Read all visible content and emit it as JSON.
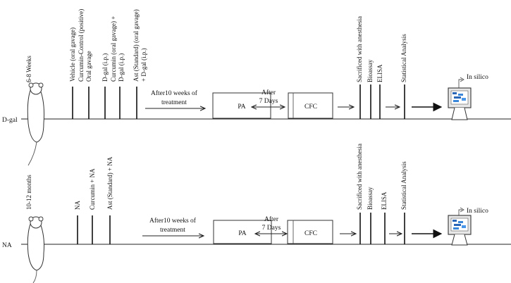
{
  "panels": [
    {
      "id": "dgal",
      "group_label": "D-gal",
      "age_label": "6-8 Weeks",
      "treatments": [
        "Vehicle (oral gavage)",
        "Curcumin-Control (positive)",
        "Oral gavage",
        "D-gal (i.p.)",
        "Curcumin (oral gavage) +",
        "D-gal (i.p.)",
        "Ast (Standard) (oral gavage)",
        "+ D-gal (i.p.)"
      ],
      "treatment_period": [
        "After10 weeks of",
        "treatment"
      ],
      "box1": "PA",
      "interval": [
        "After",
        "7 Days"
      ],
      "box2": "CFC",
      "assays": [
        "Sacrificed with anesthesia",
        "Bioassay",
        "ELISA",
        "Statistical Analysis"
      ],
      "insilico": "In silico"
    },
    {
      "id": "na",
      "group_label": "NA",
      "age_label": "10-12 months",
      "treatments": [
        "NA",
        "Curcumin + NA",
        "Ast (Standard) + NA"
      ],
      "treatment_period": [
        "After10 weeks of",
        "treatment"
      ],
      "box1": "PA",
      "interval": [
        "After",
        "7 Days"
      ],
      "box2": "CFC",
      "assays": [
        "Sacrificed with anesthesia",
        "Bioassay",
        "ELISA",
        "Statistical Analysis"
      ],
      "insilico": "In silico"
    }
  ],
  "icons": [
    "rat-icon",
    "computer-monitor-icon",
    "arrow-icon"
  ]
}
